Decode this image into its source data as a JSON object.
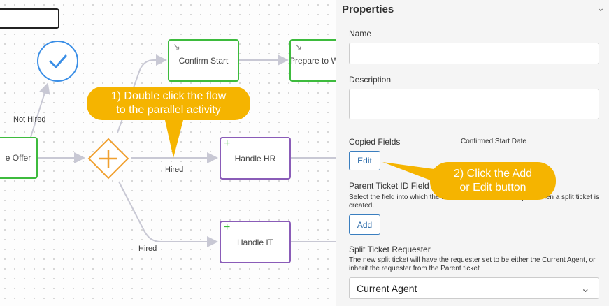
{
  "canvas": {
    "nodes": {
      "offer": "e Offer",
      "confirm_start": "Confirm Start",
      "prepare": "Prepare to W",
      "handle_hr": "Handle HR",
      "handle_it": "Handle IT"
    },
    "flow_labels": {
      "not_hired": "Not Hired",
      "hired_hr": "Hired",
      "hired_it": "Hired"
    },
    "icons": {
      "check": "check-icon",
      "gateway": "parallel-gateway-plus-icon",
      "task": "task-arrow-icon",
      "parallel": "parallel-plus-icon"
    }
  },
  "callouts": {
    "first": {
      "line1": "1) Double click the flow",
      "line2": "to the parallel activity"
    },
    "second": {
      "line1": "2) Click the Add",
      "line2": "or Edit button"
    }
  },
  "properties": {
    "title": "Properties",
    "name_label": "Name",
    "name_value": "",
    "description_label": "Description",
    "description_value": "",
    "copied_fields_label": "Copied Fields",
    "copied_fields_value": "Confirmed Start Date",
    "edit_button": "Edit",
    "parent_ticket_label": "Parent Ticket ID Field",
    "parent_ticket_help": "Select the field into which the Parent Ticket ID will be copied when a split ticket is created.",
    "add_button": "Add",
    "split_requester_label": "Split Ticket Requester",
    "split_requester_help": "The new split ticket will have the requester set to be either the Current Agent, or inherit the requester from the Parent ticket",
    "split_requester_value": "Current Agent"
  },
  "colors": {
    "callout": "#f5b400",
    "green_node": "#3dbb3d",
    "purple_node": "#8a5cb8",
    "gateway": "#f0a030",
    "check_circle": "#3a8ee6",
    "link_button": "#2a6aa8"
  }
}
